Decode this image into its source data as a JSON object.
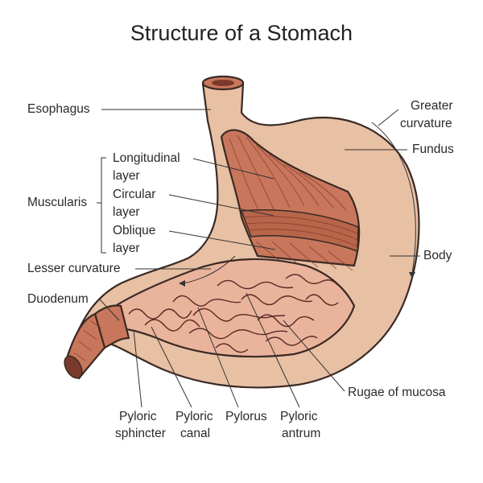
{
  "title": "Structure of a Stomach",
  "labels": {
    "esophagus": "Esophagus",
    "greater_curvature_1": "Greater",
    "greater_curvature_2": "curvature",
    "fundus": "Fundus",
    "longitudinal_1": "Longitudinal",
    "longitudinal_2": "layer",
    "muscularis": "Muscularis",
    "circular_1": "Circular",
    "circular_2": "layer",
    "oblique_1": "Oblique",
    "oblique_2": "layer",
    "lesser_curvature": "Lesser curvature",
    "body": "Body",
    "duodenum": "Duodenum",
    "rugae": "Rugae of mucosa",
    "pyloric_sphincter_1": "Pyloric",
    "pyloric_sphincter_2": "sphincter",
    "pyloric_canal_1": "Pyloric",
    "pyloric_canal_2": "canal",
    "pylorus": "Pylorus",
    "pyloric_antrum_1": "Pyloric",
    "pyloric_antrum_2": "antrum"
  },
  "colors": {
    "outer_wall": "#e8c0a4",
    "wall_shadow": "#d9a888",
    "muscle": "#c8775c",
    "muscle_dark": "#a85a44",
    "mucosa": "#eab39c",
    "rugae_fill": "#d88a74",
    "outline": "#3a2a24"
  }
}
